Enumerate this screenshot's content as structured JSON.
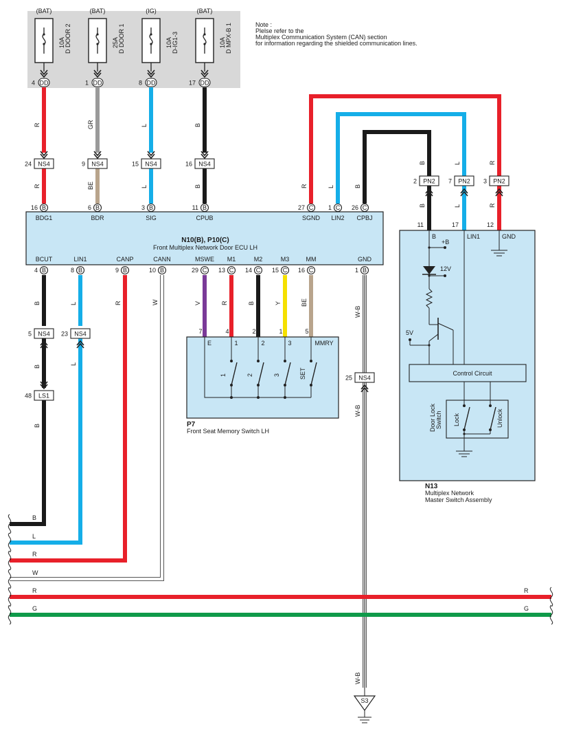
{
  "colors": {
    "R": "#e8202a",
    "GR": "#9a9a9a",
    "L": "#15aee8",
    "B": "#1a1a1a",
    "BE": "#b8a48c",
    "W": "#ffffff",
    "V": "#7a3a98",
    "Y": "#f5e000",
    "G": "#0f9a4a",
    "box": "#c8e6f5",
    "fuse_area": "#d8d8d8"
  },
  "note": {
    "line1": "Note :",
    "line2": "Plelse refer to the",
    "line3": "Multiplex Communication System (CAN) section",
    "line4": "for information regarding the shielded communication lines."
  },
  "fuses": [
    {
      "supply": "(BAT)",
      "rating": "10A",
      "name": "D DOOR 2",
      "pin": "4",
      "conn": "DD",
      "wire": "R"
    },
    {
      "supply": "(BAT)",
      "rating": "25A",
      "name": "D DOOR 1",
      "pin": "1",
      "conn": "DD",
      "wire": "GR"
    },
    {
      "supply": "(IG)",
      "rating": "10A",
      "name": "D-IG1-3",
      "pin": "8",
      "conn": "DD",
      "wire": "L"
    },
    {
      "supply": "(BAT)",
      "rating": "10A",
      "name": "D MPX-B 1",
      "pin": "17",
      "conn": "DD",
      "wire": "B"
    }
  ],
  "ns4_top": [
    {
      "pin": "24",
      "conn": "NS4",
      "wire_below": "R"
    },
    {
      "pin": "9",
      "conn": "NS4",
      "wire_below": "BE"
    },
    {
      "pin": "15",
      "conn": "NS4",
      "wire_below": "L"
    },
    {
      "pin": "16",
      "conn": "NS4",
      "wire_below": "B"
    }
  ],
  "ecu": {
    "title": "N10(B), P10(C)",
    "subtitle": "Front Multiplex Network Door ECU LH",
    "top_pins": [
      {
        "num": "16",
        "conn": "B",
        "label": "BDG1"
      },
      {
        "num": "6",
        "conn": "B",
        "label": "BDR"
      },
      {
        "num": "3",
        "conn": "B",
        "label": "SIG"
      },
      {
        "num": "11",
        "conn": "B",
        "label": "CPUB"
      },
      {
        "num": "27",
        "conn": "C",
        "label": "SGND"
      },
      {
        "num": "1",
        "conn": "C",
        "label": "LIN2"
      },
      {
        "num": "26",
        "conn": "C",
        "label": "CPBJ"
      }
    ],
    "top_wires": [
      "R",
      "L",
      "B"
    ],
    "bottom_pins": [
      {
        "num": "4",
        "conn": "B",
        "label": "BCUT",
        "wire": "B"
      },
      {
        "num": "8",
        "conn": "B",
        "label": "LIN1",
        "wire": "L"
      },
      {
        "num": "9",
        "conn": "B",
        "label": "CANP",
        "wire": "R"
      },
      {
        "num": "10",
        "conn": "B",
        "label": "CANN",
        "wire": "W"
      },
      {
        "num": "29",
        "conn": "C",
        "label": "MSWE",
        "wire": "V"
      },
      {
        "num": "13",
        "conn": "C",
        "label": "M1",
        "wire": "R"
      },
      {
        "num": "14",
        "conn": "C",
        "label": "M2",
        "wire": "B"
      },
      {
        "num": "15",
        "conn": "C",
        "label": "M3",
        "wire": "Y"
      },
      {
        "num": "16",
        "conn": "C",
        "label": "MM",
        "wire": "BE"
      },
      {
        "num": "1",
        "conn": "B",
        "label": "GND",
        "wire": "W-B"
      }
    ]
  },
  "pn2": [
    {
      "pin": "2",
      "conn": "PN2",
      "wire_above": "B",
      "wire_below": "B"
    },
    {
      "pin": "7",
      "conn": "PN2",
      "wire_above": "L",
      "wire_below": "L"
    },
    {
      "pin": "3",
      "conn": "PN2",
      "wire_above": "R",
      "wire_below": "R"
    }
  ],
  "left_chain": [
    {
      "pin": "5",
      "conn": "NS4",
      "wire_below": "B"
    },
    {
      "pin": "23",
      "conn": "NS4",
      "wire_below": "L"
    },
    {
      "pin": "48",
      "conn": "LS1",
      "wire_below": "B"
    }
  ],
  "gnd_chain": {
    "pin": "25",
    "conn": "NS4",
    "wire": "W-B",
    "ground": "S3"
  },
  "memory_switch": {
    "id": "P7",
    "name": "Front Seat Memory Switch LH",
    "pins": [
      {
        "num": "7",
        "label": "E"
      },
      {
        "num": "4",
        "label": "1"
      },
      {
        "num": "2",
        "label": "2"
      },
      {
        "num": "1",
        "label": "3"
      },
      {
        "num": "5",
        "label": "MMRY"
      }
    ],
    "switches": [
      "1",
      "2",
      "3",
      "SET"
    ]
  },
  "master_switch": {
    "id": "N13",
    "name1": "Multiplex Network",
    "name2": "Master Switch Assembly",
    "pins": [
      {
        "num": "11",
        "label": "B"
      },
      {
        "num": "17",
        "label": "LIN1"
      },
      {
        "num": "12",
        "label": "GND"
      }
    ],
    "plus_b": "+B",
    "v12": "12V",
    "v5": "5V",
    "control": "Control Circuit",
    "door_lock1": "Door Lock",
    "door_lock2": "Switch",
    "lock": "Lock",
    "unlock": "Unlock"
  },
  "bus": [
    {
      "wire": "B"
    },
    {
      "wire": "L"
    },
    {
      "wire": "R"
    },
    {
      "wire": "W"
    },
    {
      "wire": "R",
      "right": "R"
    },
    {
      "wire": "G",
      "right": "G"
    }
  ]
}
